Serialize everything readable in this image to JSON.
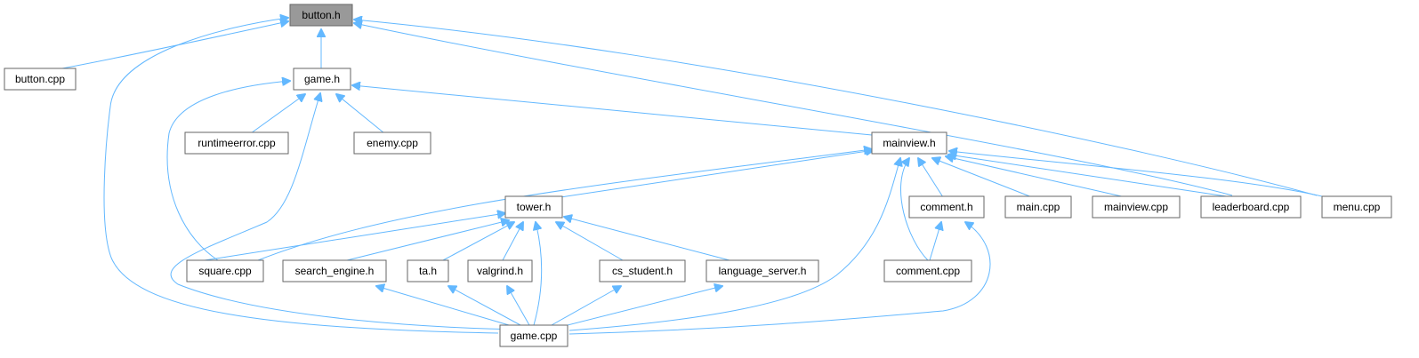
{
  "graph": {
    "edge_color": "#63b8ff",
    "node_border_color": "#666666",
    "root_fill_color": "#999999",
    "nodes": {
      "button_h": "button.h",
      "button_cpp": "button.cpp",
      "game_h": "game.h",
      "runtimeerror_cpp": "runtimeerror.cpp",
      "enemy_cpp": "enemy.cpp",
      "mainview_h": "mainview.h",
      "tower_h": "tower.h",
      "comment_h": "comment.h",
      "main_cpp": "main.cpp",
      "mainview_cpp": "mainview.cpp",
      "leaderboard_cpp": "leaderboard.cpp",
      "menu_cpp": "menu.cpp",
      "square_cpp": "square.cpp",
      "search_engine_h": "search_engine.h",
      "ta_h": "ta.h",
      "valgrind_h": "valgrind.h",
      "cs_student_h": "cs_student.h",
      "language_server_h": "language_server.h",
      "comment_cpp": "comment.cpp",
      "game_cpp": "game.cpp"
    },
    "edges": [
      [
        "button_cpp",
        "button_h"
      ],
      [
        "game_h",
        "button_h"
      ],
      [
        "game_cpp",
        "button_h"
      ],
      [
        "leaderboard_cpp",
        "button_h"
      ],
      [
        "menu_cpp",
        "button_h"
      ],
      [
        "runtimeerror_cpp",
        "game_h"
      ],
      [
        "enemy_cpp",
        "game_h"
      ],
      [
        "square_cpp",
        "game_h"
      ],
      [
        "game_cpp",
        "game_h"
      ],
      [
        "mainview_h",
        "game_h"
      ],
      [
        "tower_h",
        "mainview_h"
      ],
      [
        "square_cpp",
        "mainview_h"
      ],
      [
        "comment_h",
        "mainview_h"
      ],
      [
        "main_cpp",
        "mainview_h"
      ],
      [
        "mainview_cpp",
        "mainview_h"
      ],
      [
        "leaderboard_cpp",
        "mainview_h"
      ],
      [
        "menu_cpp",
        "mainview_h"
      ],
      [
        "comment_cpp",
        "mainview_h"
      ],
      [
        "game_cpp",
        "mainview_h"
      ],
      [
        "square_cpp",
        "tower_h"
      ],
      [
        "search_engine_h",
        "tower_h"
      ],
      [
        "ta_h",
        "tower_h"
      ],
      [
        "valgrind_h",
        "tower_h"
      ],
      [
        "cs_student_h",
        "tower_h"
      ],
      [
        "language_server_h",
        "tower_h"
      ],
      [
        "game_cpp",
        "tower_h"
      ],
      [
        "comment_cpp",
        "comment_h"
      ],
      [
        "game_cpp",
        "comment_h"
      ],
      [
        "game_cpp",
        "search_engine_h"
      ],
      [
        "game_cpp",
        "ta_h"
      ],
      [
        "game_cpp",
        "valgrind_h"
      ],
      [
        "game_cpp",
        "cs_student_h"
      ],
      [
        "game_cpp",
        "language_server_h"
      ]
    ]
  }
}
